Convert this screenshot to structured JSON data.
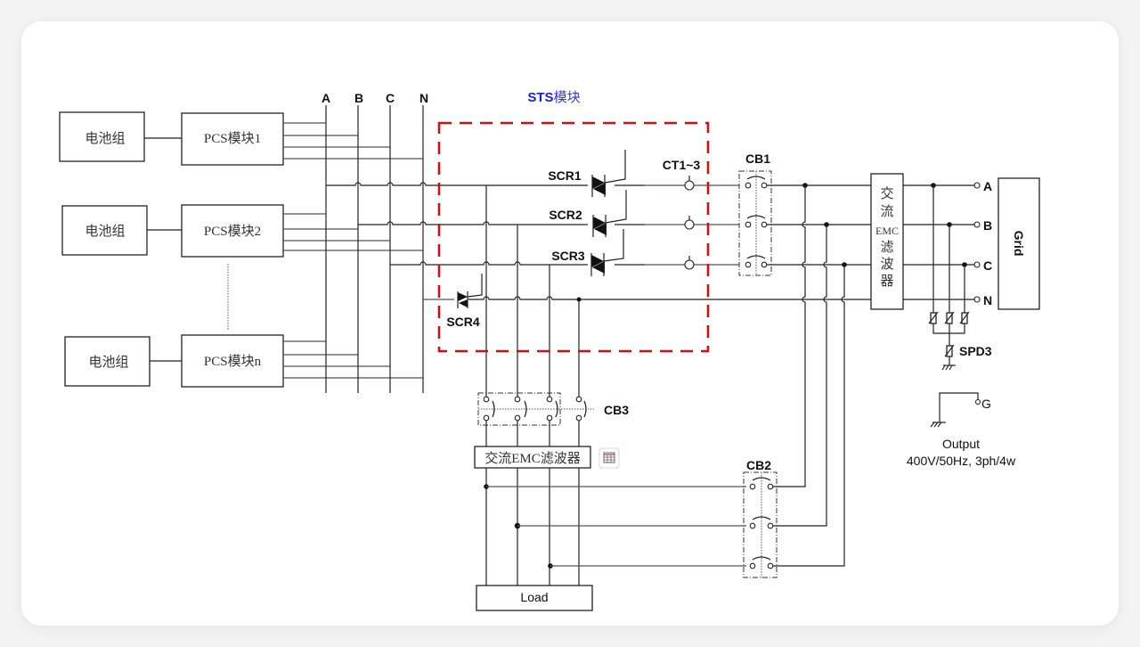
{
  "diagram": {
    "title": "STS模块",
    "title_parts": {
      "latin": "STS",
      "cn": "模块"
    },
    "bus_labels": [
      "A",
      "B",
      "C",
      "N"
    ],
    "battery_label": "电池组",
    "pcs_modules": [
      "PCS模块1",
      "PCS模块2",
      "PCS模块n"
    ],
    "thyristors": [
      "SCR1",
      "SCR2",
      "SCR3",
      "SCR4"
    ],
    "ct_label": "CT1~3",
    "breakers": [
      "CB1",
      "CB2",
      "CB3"
    ],
    "emc_filter_vertical": [
      "交",
      "流",
      "EMC",
      "滤",
      "波",
      "器"
    ],
    "emc_filter_horizontal": "交流EMC滤波器",
    "grid_label": "Grid",
    "grid_terminals": [
      "A",
      "B",
      "C",
      "N"
    ],
    "spd_label": "SPD3",
    "ground_terminal": "G",
    "output_title": "Output",
    "output_spec": "400V/50Hz, 3ph/4w",
    "load_label": "Load",
    "toolbar_icon": "table-capture-icon"
  }
}
